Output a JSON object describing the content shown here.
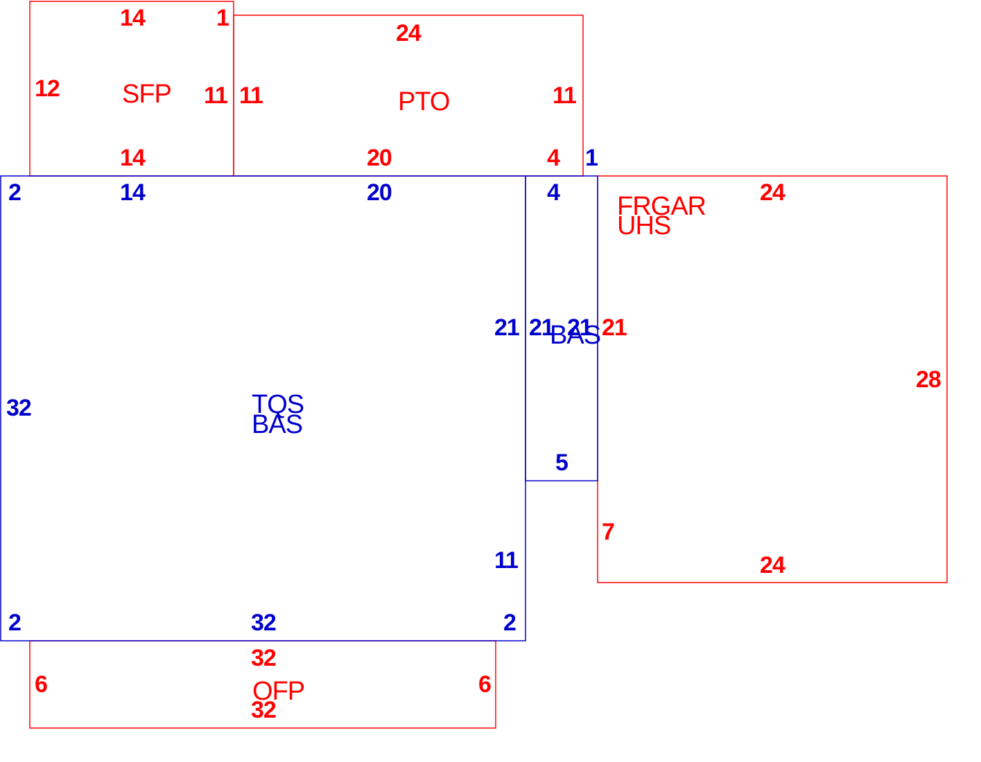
{
  "colors": {
    "existing": "#ff0000",
    "base": "#0000cc",
    "background": "#ffffff"
  },
  "areas": {
    "sfp": "SFP",
    "pto": "PTO",
    "frgar": "FRGAR",
    "uhs": "UHS",
    "tqs": "TQS",
    "bas_main": "BAS",
    "bas_side": "BAS",
    "ofp": "OFP"
  },
  "dims": {
    "sfp_top": "14",
    "sfp_top_right": "1",
    "sfp_left": "12",
    "sfp_right": "11",
    "sfp_bottom": "14",
    "pto_top": "24",
    "pto_left": "11",
    "pto_right": "11",
    "pto_bottom": "20",
    "pto_bottom_right": "4",
    "connector_1": "1",
    "bas_top_left": "2",
    "bas_top_14": "14",
    "bas_top_20": "20",
    "bas_side_top": "4",
    "frgar_top": "24",
    "bas_right_21": "21",
    "bas_side_left_21": "21",
    "bas_side_right_21": "21",
    "frgar_left_21": "21",
    "frgar_right": "28",
    "bas_left": "32",
    "bas_side_bottom": "5",
    "frgar_left_7": "7",
    "bas_right_11": "11",
    "frgar_bottom": "24",
    "bas_bottom_left": "2",
    "bas_bottom": "32",
    "bas_bottom_right": "2",
    "ofp_top": "32",
    "ofp_left": "6",
    "ofp_right": "6",
    "ofp_bottom": "32"
  }
}
